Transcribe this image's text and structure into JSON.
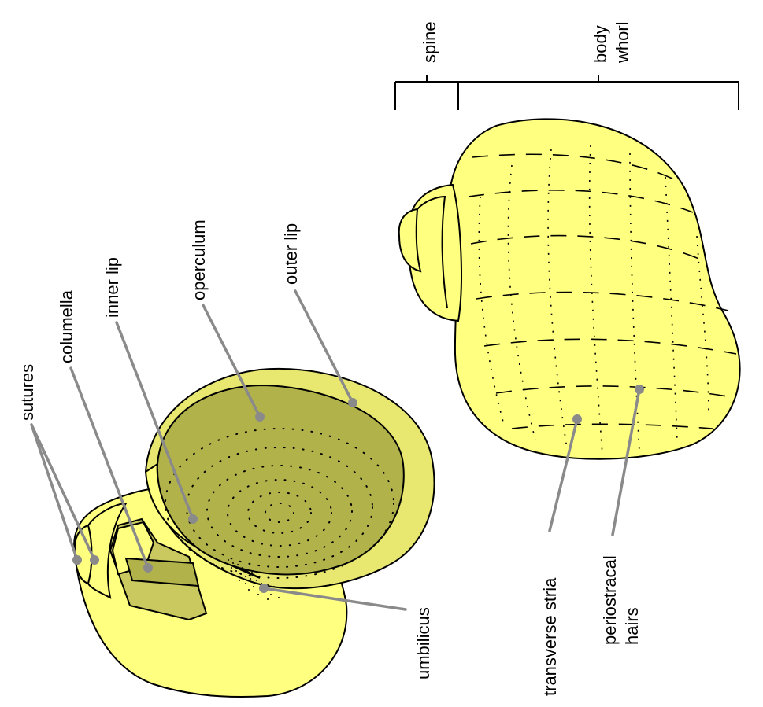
{
  "labels": {
    "sutures": "sutures",
    "columella": "columella",
    "inner_lip": "inner lip",
    "operculum": "operculum",
    "outer_lip": "outer lip",
    "umbilicus": "umbilicus",
    "transverse_stria": "transverse stria",
    "periostracal_line1": "periostracal",
    "periostracal_line2": "hairs",
    "spine": "spine",
    "body_whorl_line1": "body",
    "body_whorl_line2": "whorl"
  },
  "colors": {
    "shell_light": "#ffff80",
    "shell_mid": "#e8e870",
    "operculum": "#b2b24a",
    "columella_face": "#c9c960",
    "leader": "#8a8a8a",
    "outline": "#000000"
  }
}
